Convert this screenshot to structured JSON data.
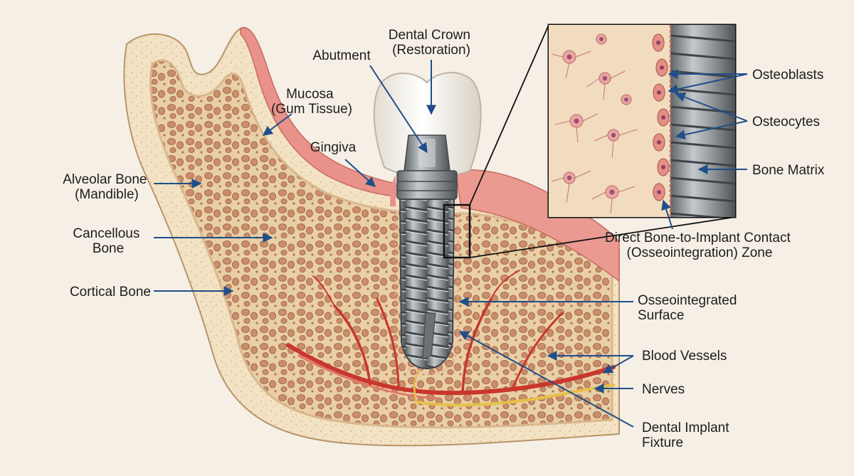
{
  "labels": {
    "dental_crown": [
      "Dental Crown",
      "(Restoration)"
    ],
    "abutment": [
      "Abutment"
    ],
    "mucosa": [
      "Mucosa",
      "(Gum Tissue)"
    ],
    "gingiva": [
      "Gingiva"
    ],
    "alveolar_bone": [
      "Alveolar Bone",
      "(Mandible)"
    ],
    "cancellous_bone": [
      "Cancellous",
      "Bone"
    ],
    "cortical_bone": [
      "Cortical Bone"
    ],
    "osteoblasts": [
      "Osteoblasts"
    ],
    "osteocytes": [
      "Osteocytes"
    ],
    "bone_matrix": [
      "Bone Matrix"
    ],
    "contact_zone": [
      "Direct Bone-to-Implant Contact",
      "(Osseointegration) Zone"
    ],
    "osseointegrated_surface": [
      "Osseointegrated",
      "Surface"
    ],
    "blood_vessels": [
      "Blood Vessels"
    ],
    "nerves": [
      "Nerves"
    ],
    "implant_fixture": [
      "Dental Implant",
      "Fixture"
    ]
  },
  "colors": {
    "background": "#f6efe6",
    "bone": "#efd9b5",
    "cortical": "#f3e2c4",
    "pore": "#c98e6c",
    "gum": "#e8928a",
    "metal": "#8f9499",
    "crown": "#f7f5ef",
    "vessel": "#c9372c",
    "nerve": "#e6c04a",
    "arrow": "#1f4f8a"
  }
}
